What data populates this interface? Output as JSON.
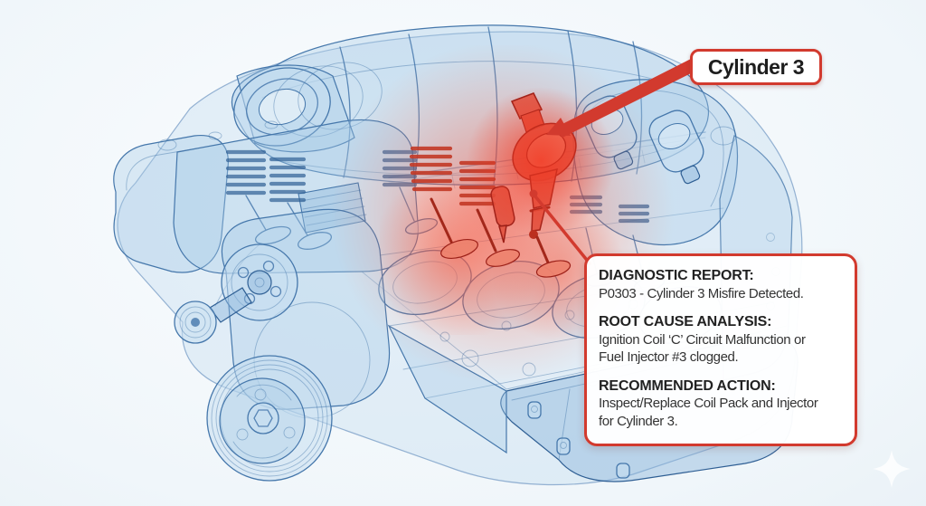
{
  "callout": {
    "label": "Cylinder 3"
  },
  "panel": {
    "sections": [
      {
        "heading": "DIAGNOSTIC REPORT:",
        "lines": [
          "P0303 - Cylinder 3 Misfire Detected."
        ]
      },
      {
        "heading": "ROOT CAUSE ANALYSIS:",
        "lines": [
          "Ignition Coil ‘C’ Circuit Malfunction or",
          "Fuel Injector #3 clogged."
        ]
      },
      {
        "heading": "RECOMMENDED ACTION:",
        "lines": [
          "Inspect/Replace Coil Pack and Injector",
          "for Cylinder 3."
        ]
      }
    ]
  },
  "highlight": {
    "component": "Cylinder 3 ignition coil and valvetrain",
    "state": "misfire-glow"
  },
  "colors": {
    "accent_red": "#d23a2e",
    "engine_blue": "#4577ab",
    "engine_blue_dark": "#2f5f94",
    "glow_red": "#f0503a",
    "panel_text": "#2b2b2b",
    "background_top": "#fbfdfe",
    "background_edge": "#e0eaf2"
  },
  "icons": {
    "sparkle": "four-pointed-star-watermark"
  }
}
